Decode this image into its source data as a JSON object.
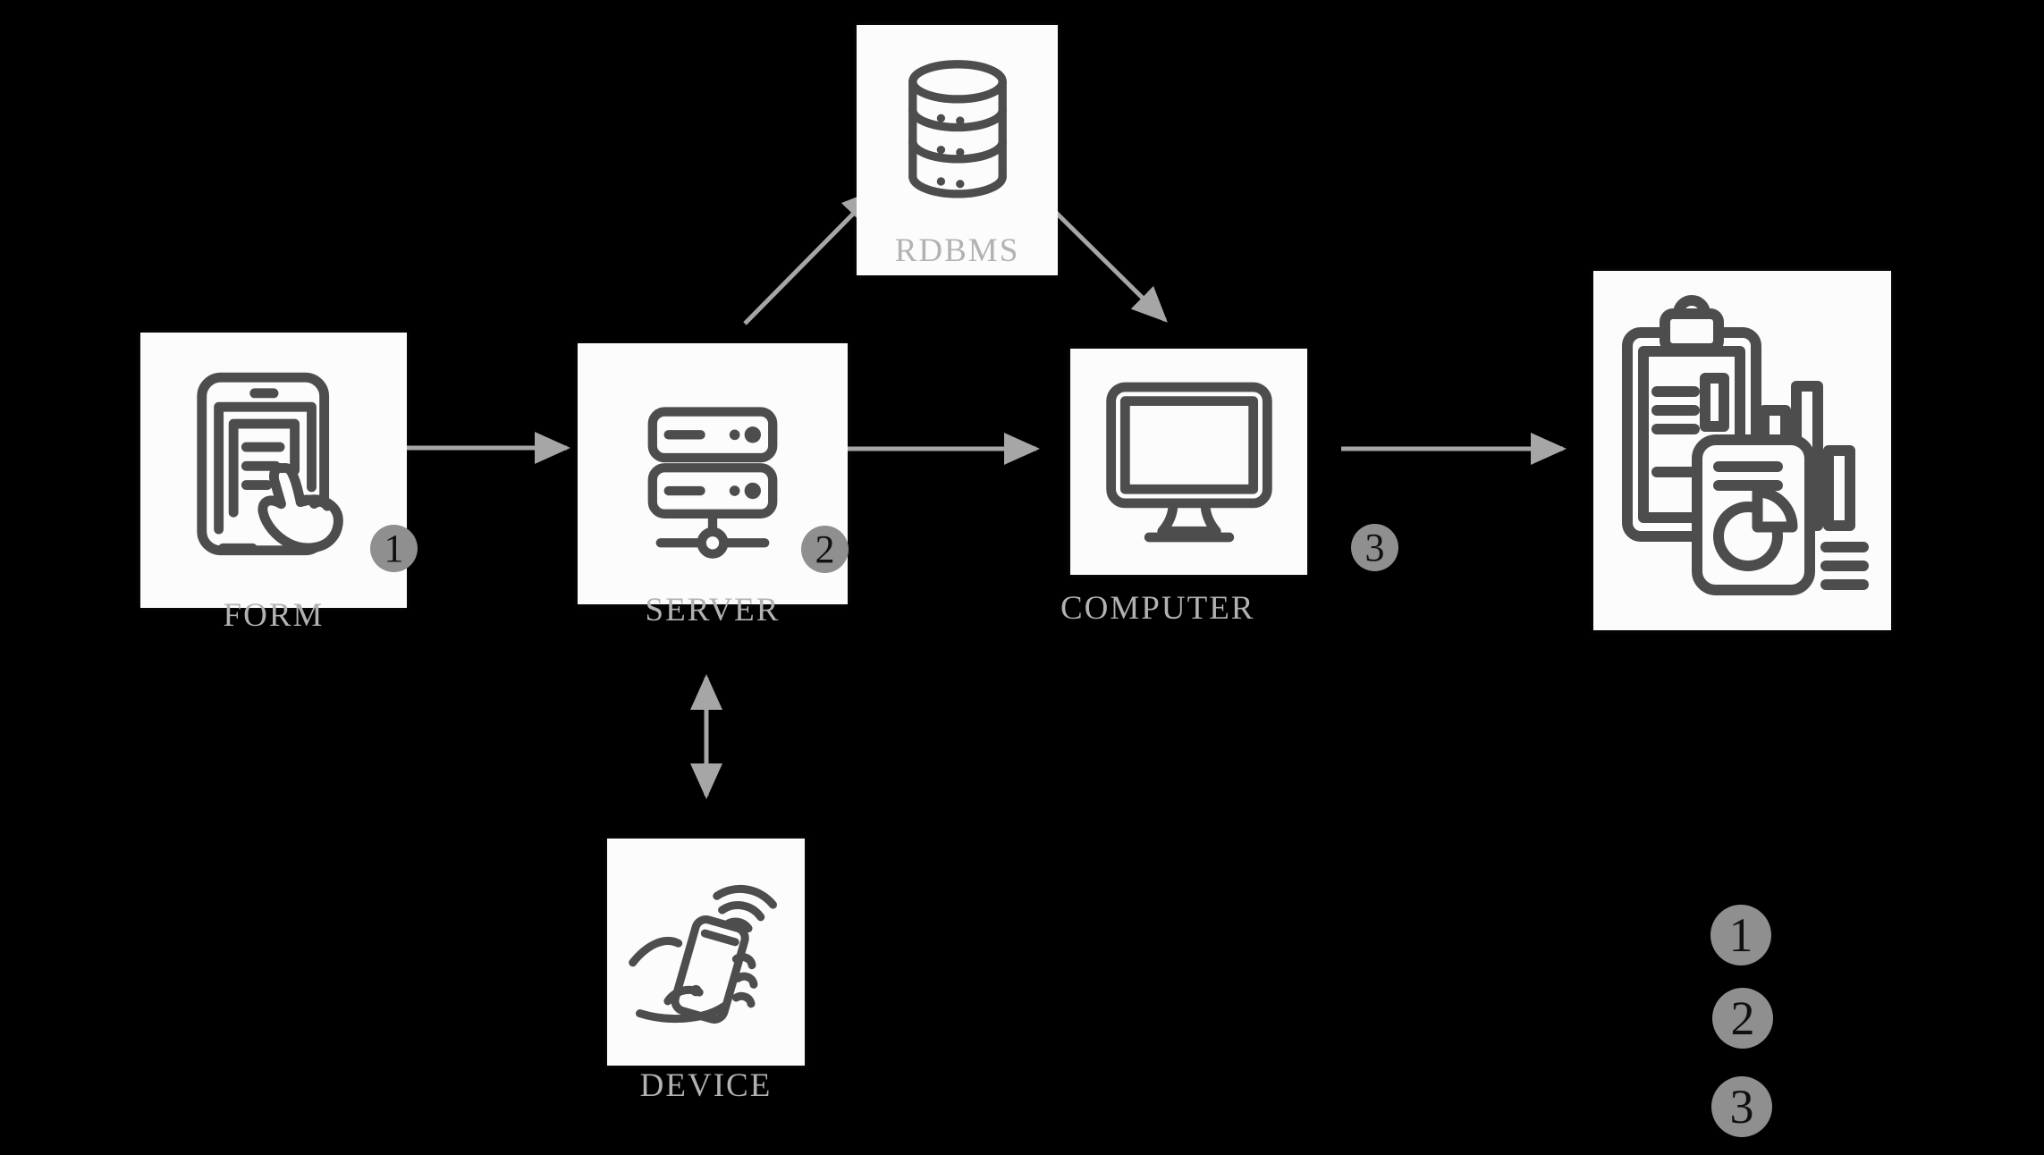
{
  "diagram": {
    "title": "Data flow diagram: form to server to computer to report, with RDBMS and mobile device",
    "background_color": "#000000",
    "node_box_color": "#fcfcfc",
    "icon_stroke_color": "#4d4d4d",
    "label_color": "#b2b2b2",
    "arrow_color": "#a6a6a6",
    "badge_fill_color": "#8f8f8f",
    "badge_number_color": "#101010"
  },
  "nodes": [
    {
      "id": "form",
      "label": "FORM",
      "icon": "form-tablet-touch-icon",
      "badge": "1"
    },
    {
      "id": "server",
      "label": "SERVER",
      "icon": "server-rack-icon",
      "badge": "2"
    },
    {
      "id": "rdbms",
      "label": "RDBMS",
      "icon": "database-cylinder-icon",
      "badge": ""
    },
    {
      "id": "computer",
      "label": "COMPUTER",
      "icon": "desktop-monitor-icon",
      "badge": "3"
    },
    {
      "id": "report",
      "label": "",
      "icon": "report-analytics-icon",
      "badge": ""
    },
    {
      "id": "device",
      "label": "DEVICE",
      "icon": "hand-mobile-device-icon",
      "badge": ""
    }
  ],
  "connections": [
    {
      "from": "form",
      "to": "server",
      "style": "arrow"
    },
    {
      "from": "server",
      "to": "rdbms",
      "style": "arrow"
    },
    {
      "from": "rdbms",
      "to": "computer",
      "style": "arrow"
    },
    {
      "from": "server",
      "to": "computer",
      "style": "arrow"
    },
    {
      "from": "computer",
      "to": "report",
      "style": "arrow"
    },
    {
      "from": "server",
      "to": "device",
      "style": "double-arrow"
    }
  ],
  "legend": {
    "items": [
      {
        "number": "1"
      },
      {
        "number": "2"
      },
      {
        "number": "3"
      }
    ]
  }
}
